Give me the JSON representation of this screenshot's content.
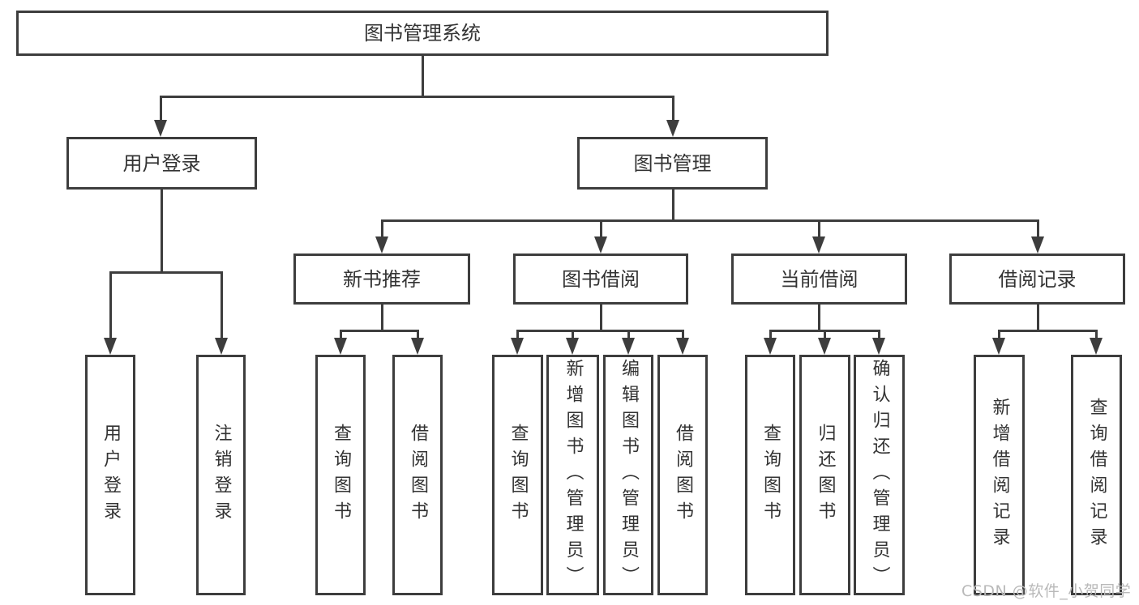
{
  "diagram": {
    "title": "图书管理系统",
    "type": "hierarchy-tree",
    "colors": {
      "line": "#3d3d3d",
      "text": "#333333",
      "background": "#ffffff",
      "watermark": "#b9b9b9"
    },
    "watermark": "CSDN @软件_小贺同学",
    "nodes": [
      {
        "id": "root",
        "label": "图书管理系统",
        "level": 1,
        "parent": null
      },
      {
        "id": "user-login",
        "label": "用户登录",
        "level": 2,
        "parent": "root"
      },
      {
        "id": "book-mgmt",
        "label": "图书管理",
        "level": 2,
        "parent": "root"
      },
      {
        "id": "new-book-rec",
        "label": "新书推荐",
        "level": 3,
        "parent": "book-mgmt"
      },
      {
        "id": "book-borrow",
        "label": "图书借阅",
        "level": 3,
        "parent": "book-mgmt"
      },
      {
        "id": "current-borrow",
        "label": "当前借阅",
        "level": 3,
        "parent": "book-mgmt"
      },
      {
        "id": "borrow-records",
        "label": "借阅记录",
        "level": 3,
        "parent": "book-mgmt"
      },
      {
        "id": "leaf-user-login",
        "label": "用户登录",
        "level": 4,
        "parent": "user-login"
      },
      {
        "id": "leaf-logout",
        "label": "注销登录",
        "level": 4,
        "parent": "user-login"
      },
      {
        "id": "leaf-query-book-1",
        "label": "查询图书",
        "level": 4,
        "parent": "new-book-rec"
      },
      {
        "id": "leaf-borrow-book-1",
        "label": "借阅图书",
        "level": 4,
        "parent": "new-book-rec"
      },
      {
        "id": "leaf-query-book-2",
        "label": "查询图书",
        "level": 4,
        "parent": "book-borrow"
      },
      {
        "id": "leaf-add-book",
        "label": "新增图书（管理员）",
        "level": 4,
        "parent": "book-borrow"
      },
      {
        "id": "leaf-edit-book",
        "label": "编辑图书（管理员）",
        "level": 4,
        "parent": "book-borrow"
      },
      {
        "id": "leaf-borrow-book-2",
        "label": "借阅图书",
        "level": 4,
        "parent": "book-borrow"
      },
      {
        "id": "leaf-query-book-3",
        "label": "查询图书",
        "level": 4,
        "parent": "current-borrow"
      },
      {
        "id": "leaf-return-book",
        "label": "归还图书",
        "level": 4,
        "parent": "current-borrow"
      },
      {
        "id": "leaf-confirm-return",
        "label": "确认归还（管理员）",
        "level": 4,
        "parent": "current-borrow"
      },
      {
        "id": "leaf-add-borrow-rec",
        "label": "新增借阅记录",
        "level": 4,
        "parent": "borrow-records"
      },
      {
        "id": "leaf-query-borrow-rec",
        "label": "查询借阅记录",
        "level": 4,
        "parent": "borrow-records"
      }
    ]
  }
}
